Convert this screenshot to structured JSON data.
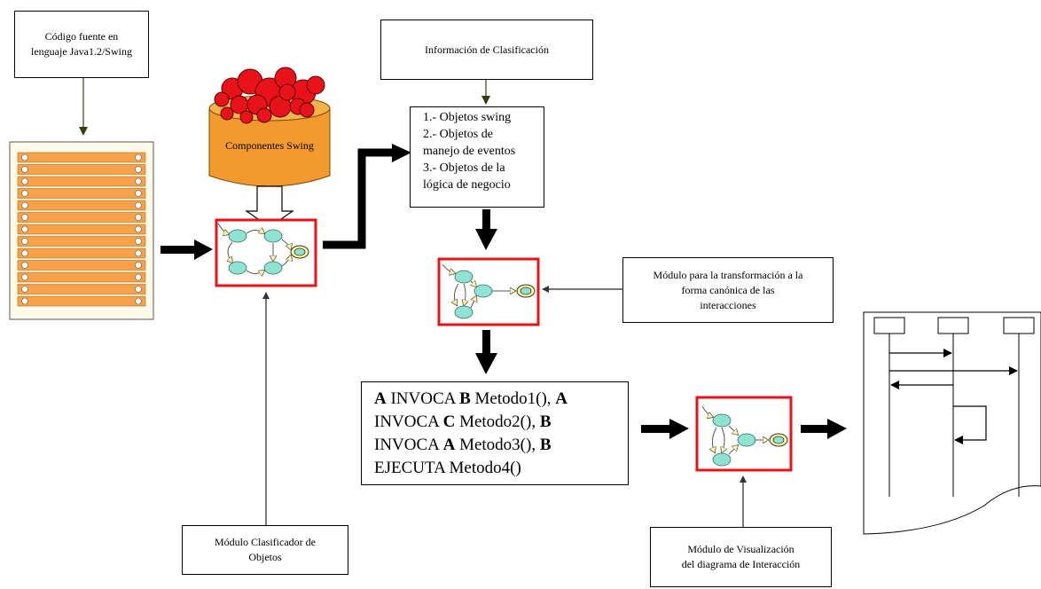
{
  "source_box": {
    "lines": [
      "Código fuente en",
      "lenguaje Java1.2/Swing"
    ]
  },
  "components_label": "Componentes Swing",
  "classification_info_box": {
    "text": "Información de Clasificación"
  },
  "classification_list": [
    "1.- Objetos swing",
    "2.- Objetos de",
    "manejo de eventos",
    "3.- Objetos de la",
    "lógica de negocio"
  ],
  "transform_module_box": {
    "lines": [
      "Módulo para la transformación a la",
      "forma canónica de las",
      "interacciones"
    ]
  },
  "classifier_module_box": {
    "lines": [
      "Módulo Clasificador de",
      "Objetos"
    ]
  },
  "visualization_module_box": {
    "lines": [
      "Módulo de Visualización",
      "del diagrama de Interacción"
    ]
  },
  "invocation_text": {
    "line1": [
      "A",
      " INVOCA ",
      "B",
      " Metodo1(), ",
      "A"
    ],
    "line2": [
      "INVOCA ",
      "C",
      " Metodo2(), ",
      "B"
    ],
    "line3": [
      "INVOCA ",
      "A",
      " Metodo3(), ",
      "B"
    ],
    "line4": [
      "EJECUTA Metodo4()"
    ]
  },
  "colors": {
    "code_bar": "#f7a24a",
    "cylinder": "#f39a2e",
    "balls": "#e8131a",
    "automaton_frame": "#e8131a",
    "state": "#8fe3d2"
  }
}
